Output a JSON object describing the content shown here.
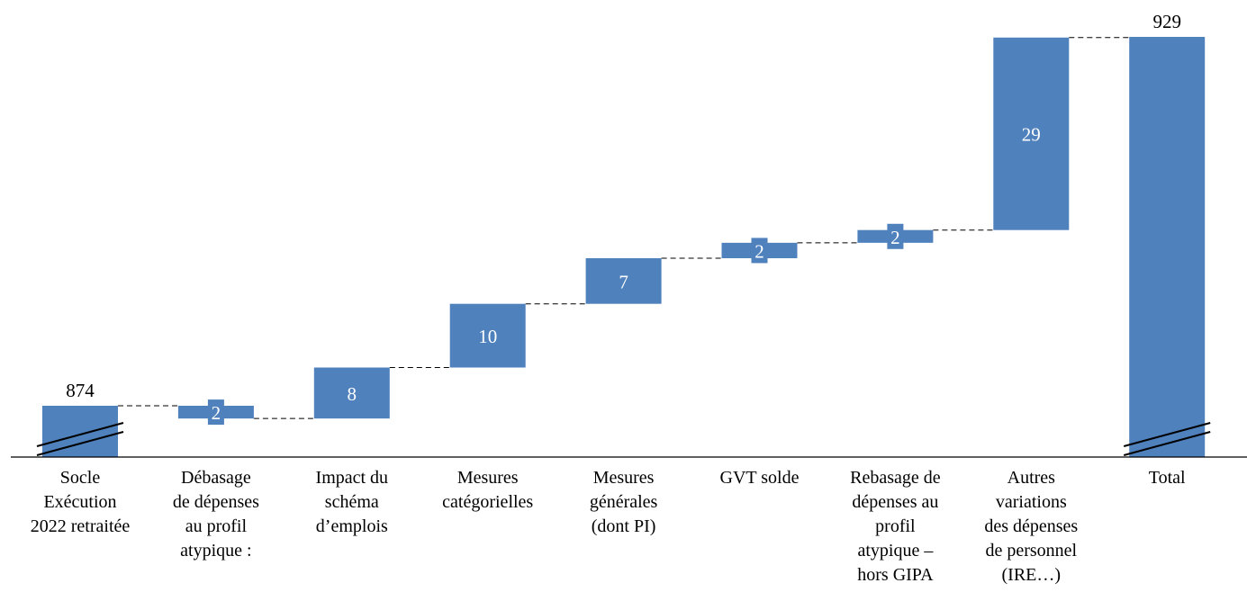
{
  "chart_data": {
    "type": "waterfall",
    "title": "",
    "categories": [
      [
        "Socle",
        "Exécution",
        "2022 retraitée"
      ],
      [
        "Débasage",
        "de dépenses",
        "au profil",
        "atypique :"
      ],
      [
        "Impact du",
        "schéma",
        "d’emplois"
      ],
      [
        "Mesures",
        "catégorielles"
      ],
      [
        "Mesures",
        "générales",
        "(dont PI)"
      ],
      [
        "GVT solde"
      ],
      [
        "Rebasage de",
        "dépenses au",
        "profil",
        "atypique –",
        "hors GIPA"
      ],
      [
        "Autres",
        "variations",
        "des dépenses",
        "de personnel",
        "(IRE…)"
      ],
      [
        "Total"
      ]
    ],
    "kinds": [
      "total",
      "delta",
      "delta",
      "delta",
      "delta",
      "delta",
      "delta",
      "delta",
      "total"
    ],
    "values": [
      874,
      -1.9,
      7.6,
      9.5,
      6.8,
      2.3,
      1.9,
      28.7,
      929
    ],
    "data_labels": [
      "874",
      "2",
      "8",
      "10",
      "7",
      "2",
      "2",
      "29",
      "929"
    ],
    "ylim": [
      866,
      931
    ],
    "axis_break": true,
    "bar_color": "#4F81BD",
    "label_color_inside": "#FFFFFF",
    "label_color_outside": "#000000"
  }
}
